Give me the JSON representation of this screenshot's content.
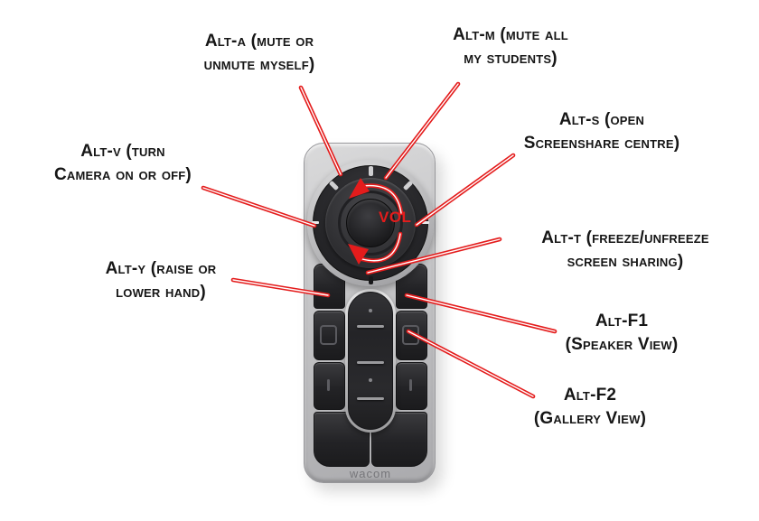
{
  "device": {
    "brand": "wacom",
    "dial_label": "VOL"
  },
  "annotations": [
    {
      "id": "alt-a",
      "shortcut": "Alt-a",
      "action": "mute or unmute myself",
      "text": "Alt-a (mute or\nunmute myself)"
    },
    {
      "id": "alt-m",
      "shortcut": "Alt-m",
      "action": "mute all my students",
      "text": "Alt-m (mute all\nmy students)"
    },
    {
      "id": "alt-s",
      "shortcut": "Alt-s",
      "action": "open Screenshare centre",
      "text": "Alt-s (open\nScreenshare centre)"
    },
    {
      "id": "alt-v",
      "shortcut": "Alt-v",
      "action": "turn Camera on or off",
      "text": "Alt-v (turn\nCamera on or off)"
    },
    {
      "id": "alt-t",
      "shortcut": "Alt-t",
      "action": "freeze/unfreeze screen sharing",
      "text": "Alt-t (freeze/unfreeze\nscreen sharing)"
    },
    {
      "id": "alt-y",
      "shortcut": "Alt-y",
      "action": "raise or lower hand",
      "text": "Alt-y (raise or\nlower hand)"
    },
    {
      "id": "alt-f1",
      "shortcut": "Alt-F1",
      "action": "Speaker View",
      "text": "Alt-F1\n(Speaker View)"
    },
    {
      "id": "alt-f2",
      "shortcut": "Alt-F2",
      "action": "Gallery View",
      "text": "Alt-F2\n(Gallery View)"
    }
  ],
  "colors": {
    "annotation_red": "#e41c1c",
    "label_text": "#161616",
    "device_silver": "#c6c6c8",
    "button_dark": "#232326",
    "background": "#ffffff"
  }
}
